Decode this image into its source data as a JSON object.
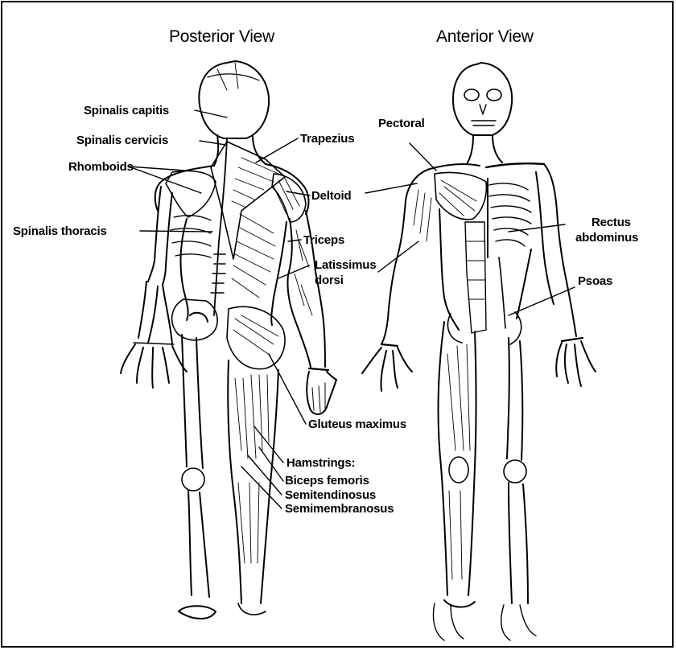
{
  "figure": {
    "views": [
      {
        "id": "posterior",
        "title": "Posterior View"
      },
      {
        "id": "anterior",
        "title": "Anterior View"
      }
    ],
    "labels": {
      "spinalis_capitis": "Spinalis capitis",
      "spinalis_cervicis": "Spinalis cervicis",
      "rhomboids": "Rhomboids",
      "spinalis_thoracis": "Spinalis thoracis",
      "trapezius": "Trapezius",
      "deltoid": "Deltoid",
      "triceps": "Triceps",
      "latissimus_1": "Latissimus",
      "latissimus_2": "dorsi",
      "gluteus_maximus": "Gluteus maximus",
      "hamstrings": "Hamstrings:",
      "biceps_femoris": "Biceps femoris",
      "semitendinosus": "Semitendinosus",
      "semimembranosus": "Semimembranosus",
      "pectoral": "Pectoral",
      "rectus_1": "Rectus",
      "rectus_2": "abdominus",
      "psoas": "Psoas"
    },
    "colors": {
      "ink": "#000000",
      "background": "#ffffff"
    }
  }
}
